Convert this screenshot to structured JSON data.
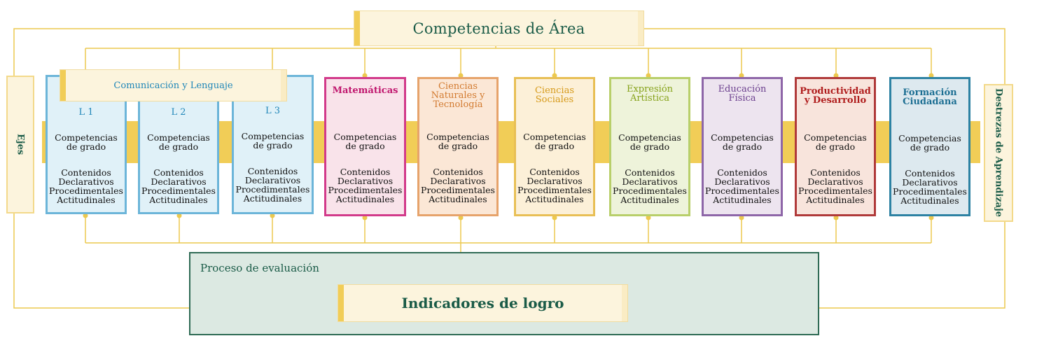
{
  "top_title": "Competencias de Área",
  "left_side": "Ejes",
  "right_side": "Destrezas de Aprendizaje",
  "comm_header": "Comunicación y Lenguaje",
  "evaluation": {
    "label": "Proceso de evaluación",
    "indicator": "Indicadores de logro"
  },
  "columns": [
    {
      "title_lines": [
        "L 1"
      ],
      "grado": [
        "Competencias",
        "de grado"
      ],
      "contenidos": [
        "Contenidos",
        "Declarativos",
        "Procedimentales",
        "Actitudinales"
      ]
    },
    {
      "title_lines": [
        "L 2"
      ],
      "grado": [
        "Competencias",
        "de grado"
      ],
      "contenidos": [
        "Contenidos",
        "Declarativos",
        "Procedimentales",
        "Actitudinales"
      ]
    },
    {
      "title_lines": [
        "L 3"
      ],
      "grado": [
        "Competencias",
        "de grado"
      ],
      "contenidos": [
        "Contenidos",
        "Declarativos",
        "Procedimentales",
        "Actitudinales"
      ]
    },
    {
      "title_lines": [
        "Matemáticas"
      ],
      "grado": [
        "Competencias",
        "de grado"
      ],
      "contenidos": [
        "Contenidos",
        "Declarativos",
        "Procedimentales",
        "Actitudinales"
      ]
    },
    {
      "title_lines": [
        "Ciencias",
        "Naturales y",
        "Tecnología"
      ],
      "grado": [
        "Competencias",
        "de grado"
      ],
      "contenidos": [
        "Contenidos",
        "Declarativos",
        "Procedimentales",
        "Actitudinales"
      ]
    },
    {
      "title_lines": [
        "Ciencias",
        "Sociales"
      ],
      "grado": [
        "Competencias",
        "de grado"
      ],
      "contenidos": [
        "Contenidos",
        "Declarativos",
        "Procedimentales",
        "Actitudinales"
      ]
    },
    {
      "title_lines": [
        "Expresión",
        "Artística"
      ],
      "grado": [
        "Competencias",
        "de grado"
      ],
      "contenidos": [
        "Contenidos",
        "Declarativos",
        "Procedimentales",
        "Actitudinales"
      ]
    },
    {
      "title_lines": [
        "Educación",
        "Física"
      ],
      "grado": [
        "Competencias",
        "de grado"
      ],
      "contenidos": [
        "Contenidos",
        "Declarativos",
        "Procedimentales",
        "Actitudinales"
      ]
    },
    {
      "title_lines": [
        "Productividad",
        "y Desarrollo"
      ],
      "grado": [
        "Competencias",
        "de grado"
      ],
      "contenidos": [
        "Contenidos",
        "Declarativos",
        "Procedimentales",
        "Actitudinales"
      ]
    },
    {
      "title_lines": [
        "Formación",
        "Ciudadana"
      ],
      "grado": [
        "Competencias",
        "de grado"
      ],
      "contenidos": [
        "Contenidos",
        "Declarativos",
        "Procedimentales",
        "Actitudinales"
      ]
    }
  ],
  "colors": {
    "line": "#ecc94f",
    "band": "#f1cd57",
    "evaluation_border": "#2f6b55",
    "evaluation_fill": "#dce9e2",
    "title_text": "#1a5b47"
  }
}
